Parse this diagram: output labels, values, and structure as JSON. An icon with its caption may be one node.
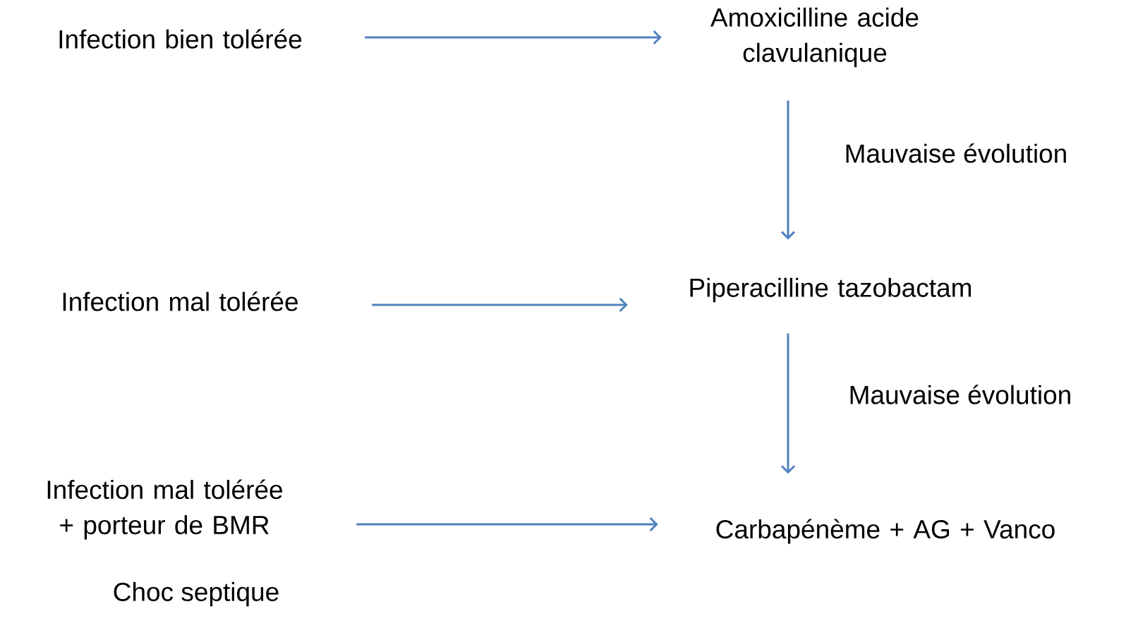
{
  "diagram": {
    "nodes": [
      {
        "text": [
          "Infection bien tolérée"
        ]
      },
      {
        "text": [
          "Amoxicilline acide clavulanique"
        ]
      },
      {
        "text": [
          "Infection mal tolérée"
        ]
      },
      {
        "text": [
          "Piperacilline tazobactam"
        ]
      },
      {
        "text": [
          "Infection mal tolérée + porteur de BMR"
        ]
      },
      {
        "text": [
          "Carbapénème + AG + Vanco"
        ]
      }
    ],
    "edges": [
      {
        "from": 0,
        "to": 1,
        "arrow": "to"
      },
      {
        "from": 1,
        "to": 3,
        "arrow": "to",
        "label": "Mauvaise évolution"
      },
      {
        "from": 2,
        "to": 3,
        "arrow": "to"
      },
      {
        "from": 3,
        "to": 5,
        "arrow": "to",
        "label": "Mauvaise évolution"
      },
      {
        "from": 4,
        "to": 5,
        "arrow": "to"
      }
    ],
    "labels": [
      "Choc septique"
    ]
  }
}
